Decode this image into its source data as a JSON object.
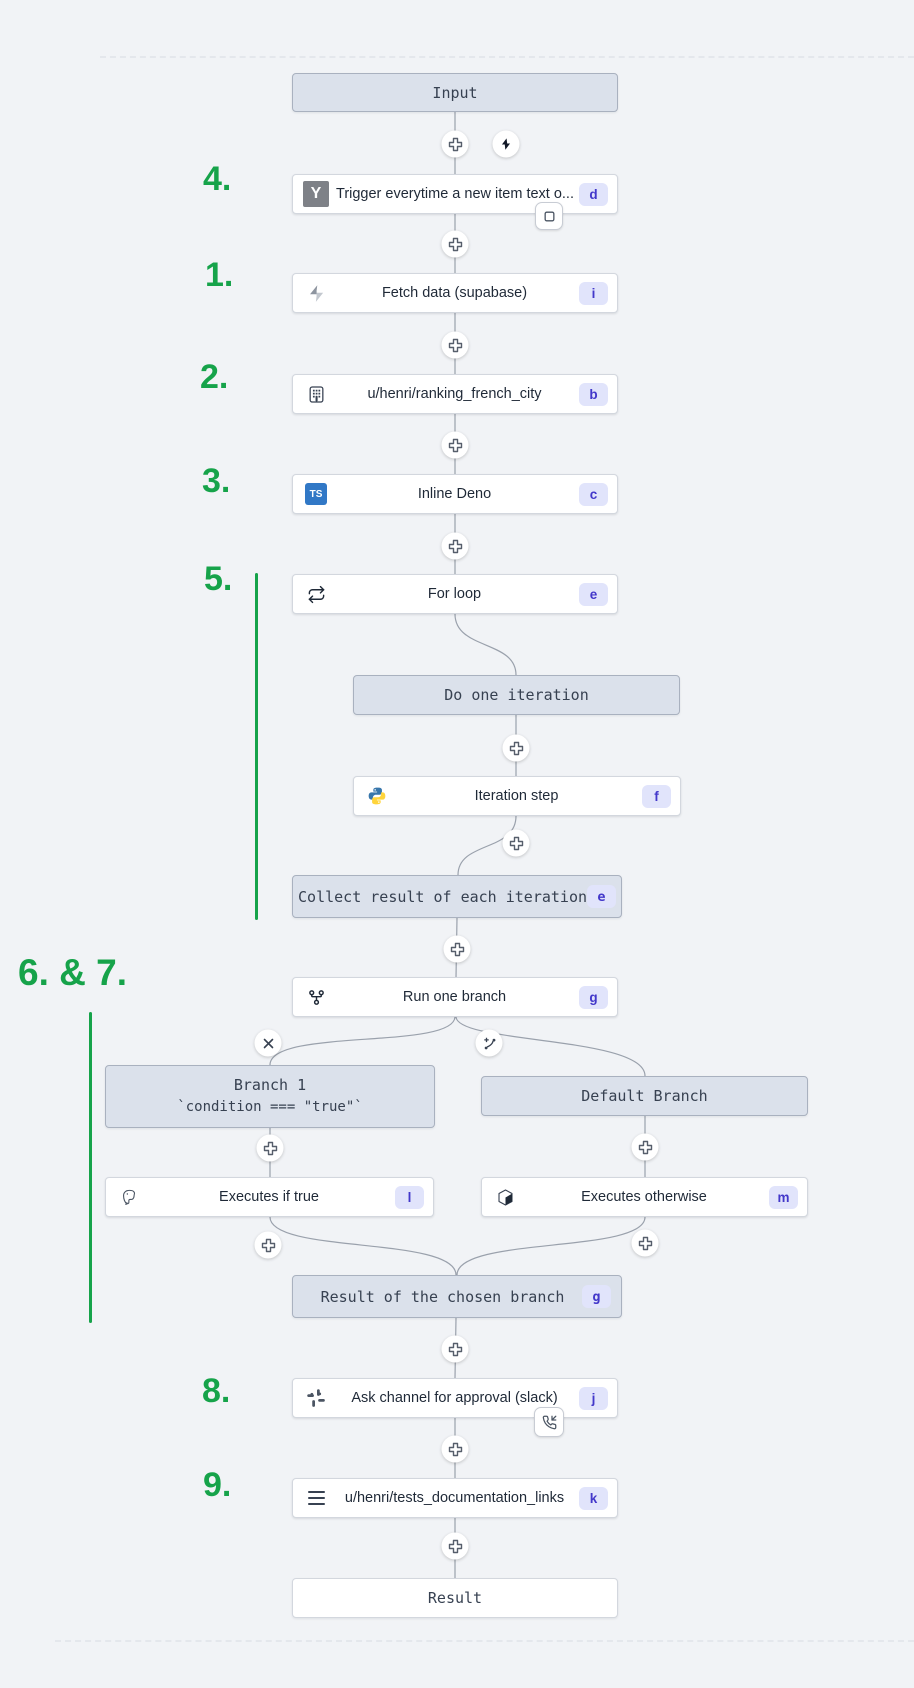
{
  "colors": {
    "canvas_bg": "#f1f3f6",
    "accent_green": "#16a34a",
    "badge_bg": "#e1e4fb",
    "badge_text": "#4338ca",
    "virtual_node_bg": "#dbe1eb",
    "edge": "#9aa1ac"
  },
  "annotations": {
    "n4": "4.",
    "n1": "1.",
    "n2": "2.",
    "n3": "3.",
    "n5": "5.",
    "n67": "6. & 7.",
    "n8": "8.",
    "n9": "9."
  },
  "nodes": {
    "input": {
      "label": "Input"
    },
    "trigger": {
      "label": "Trigger everytime a new item text o...",
      "badge": "d",
      "icon": "hackernews-y-icon"
    },
    "fetch": {
      "label": "Fetch data (supabase)",
      "badge": "i",
      "icon": "supabase-bolt-icon"
    },
    "ranking": {
      "label": "u/henri/ranking_french_city",
      "badge": "b",
      "icon": "building-grid-icon"
    },
    "deno": {
      "label": "Inline Deno",
      "badge": "c",
      "icon": "typescript-icon"
    },
    "forloop": {
      "label": "For loop",
      "badge": "e",
      "icon": "repeat-icon"
    },
    "do_iteration": {
      "label": "Do one iteration"
    },
    "iteration_step": {
      "label": "Iteration step",
      "badge": "f",
      "icon": "python-icon"
    },
    "collect": {
      "label": "Collect result of each iteration",
      "badge": "e"
    },
    "run_branch": {
      "label": "Run one branch",
      "badge": "g",
      "icon": "git-fork-icon"
    },
    "branch1": {
      "label": "Branch 1",
      "sublabel": "`condition === \"true\"`"
    },
    "default_branch": {
      "label": "Default Branch"
    },
    "exec_true": {
      "label": "Executes if true",
      "badge": "l",
      "icon": "postgresql-icon"
    },
    "exec_otherwise": {
      "label": "Executes otherwise",
      "badge": "m",
      "icon": "cube-icon"
    },
    "chosen_result": {
      "label": "Result of the chosen branch",
      "badge": "g"
    },
    "slack": {
      "label": "Ask channel for approval (slack)",
      "badge": "j",
      "icon": "slack-icon"
    },
    "docs": {
      "label": "u/henri/tests_documentation_links",
      "badge": "k",
      "icon": "menu-lines-icon"
    },
    "result": {
      "label": "Result"
    }
  }
}
